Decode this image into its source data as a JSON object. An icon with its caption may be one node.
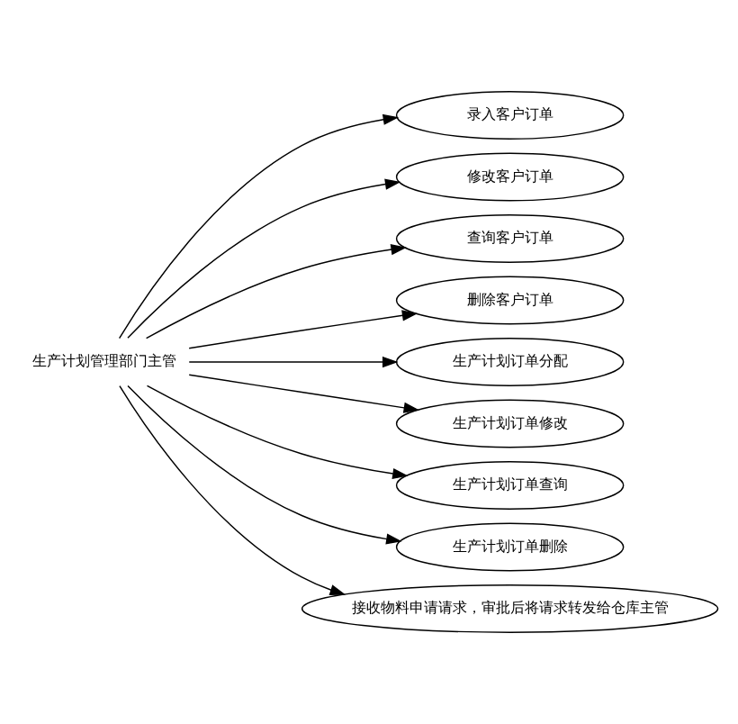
{
  "diagram": {
    "nodes": [
      {
        "text": [
          "生产计划管理部门主管"
        ]
      },
      {
        "text": [
          "录入客户订单"
        ]
      },
      {
        "text": [
          "修改客户订单"
        ]
      },
      {
        "text": [
          "查询客户订单"
        ]
      },
      {
        "text": [
          "删除客户订单"
        ]
      },
      {
        "text": [
          "生产计划订单分配"
        ]
      },
      {
        "text": [
          "生产计划订单修改"
        ]
      },
      {
        "text": [
          "生产计划订单查询"
        ]
      },
      {
        "text": [
          "生产计划订单删除"
        ]
      },
      {
        "text": [
          "接收物料申请请求，审批后将请求转发给仓库主管"
        ]
      }
    ],
    "edges": [
      {
        "from": 0,
        "to": 1,
        "arrow": "to"
      },
      {
        "from": 0,
        "to": 2,
        "arrow": "to"
      },
      {
        "from": 0,
        "to": 3,
        "arrow": "to"
      },
      {
        "from": 0,
        "to": 4,
        "arrow": "to"
      },
      {
        "from": 0,
        "to": 5,
        "arrow": "to"
      },
      {
        "from": 0,
        "to": 6,
        "arrow": "to"
      },
      {
        "from": 0,
        "to": 7,
        "arrow": "to"
      },
      {
        "from": 0,
        "to": 8,
        "arrow": "to"
      },
      {
        "from": 0,
        "to": 9,
        "arrow": "to"
      }
    ]
  }
}
